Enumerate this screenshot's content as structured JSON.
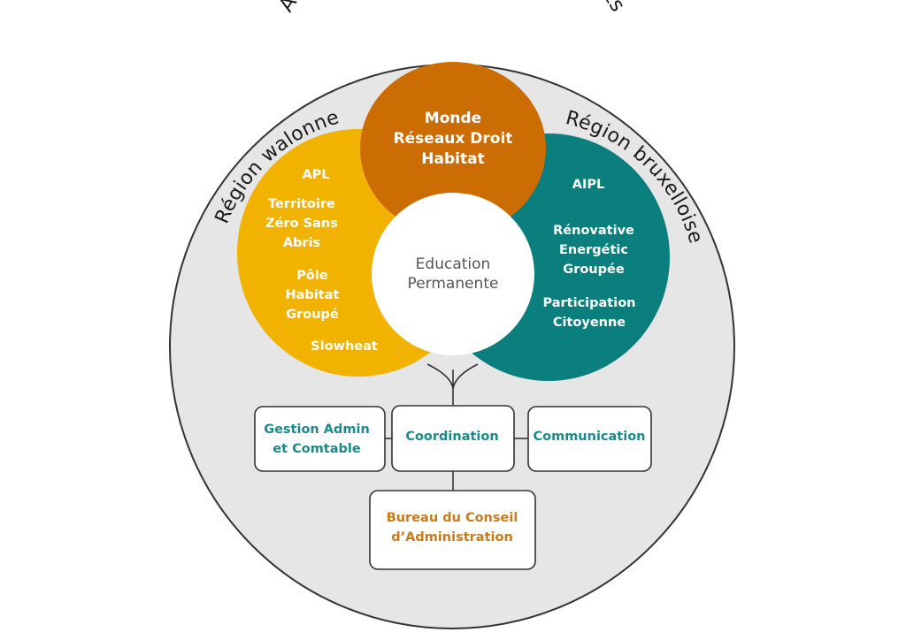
{
  "outer_title": "Assemblé Générale et Sympathisants",
  "left_region": {
    "title": "Région walonne",
    "color": "#f2b200",
    "items": [
      "APL",
      "Territoire",
      "Zéro Sans",
      "Abris",
      "Pôle",
      "Habitat",
      "Groupé",
      "Slowheat"
    ]
  },
  "right_region": {
    "title": "Région bruxelloise",
    "color": "#0a7f7d",
    "items": [
      "AIPL",
      "Rénovative",
      "Energétic",
      "Groupée",
      "Participation",
      "Citoyenne"
    ]
  },
  "top_circle": {
    "color": "#cc6d04",
    "lines": [
      "Monde",
      "Réseaux Droit",
      "Habitat"
    ]
  },
  "center_circle": {
    "lines": [
      "Education",
      "Permanente"
    ]
  },
  "boxes": {
    "gestion": [
      "Gestion Admin",
      "et Comtable"
    ],
    "coordination": "Coordination",
    "communication": "Communication",
    "bureau": [
      "Bureau du Conseil",
      "d’Administration"
    ]
  },
  "colors": {
    "outer_circle": "#e6e6e6",
    "box_text_teal": "#1a8a8a",
    "box_text_orange": "#c87b1a"
  }
}
